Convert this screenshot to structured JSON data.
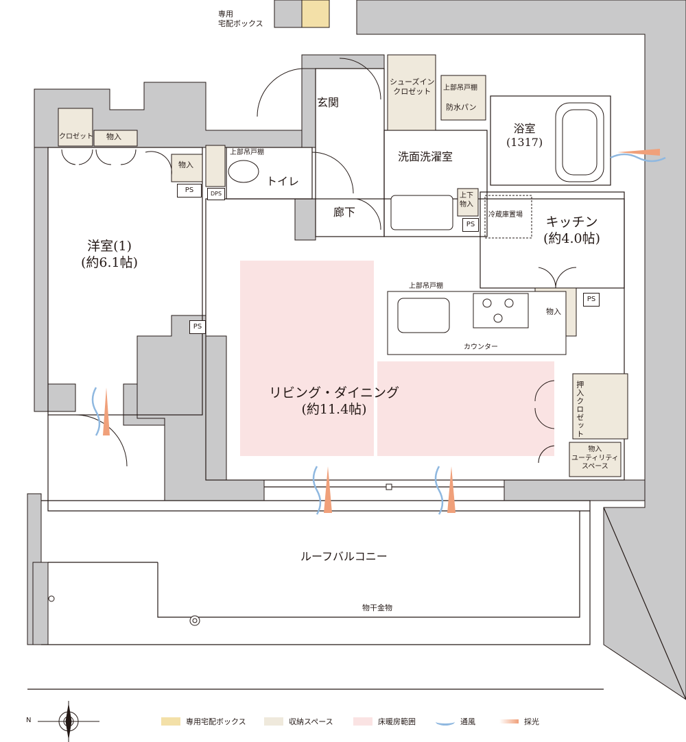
{
  "colors": {
    "wall": "#c9c9ca",
    "delivery_box": "#f3e0a8",
    "storage": "#efe9dc",
    "floor_heating": "#fae3e3",
    "wind": "#8fb8e0",
    "light": "#f0a07a",
    "line": "#231815"
  },
  "labels": {
    "delivery_box": "専用\n宅配ボックス",
    "entrance": "玄関",
    "shoes_closet": "シューズイン\nクロゼット",
    "upper_cabinet_1": "上部吊戸棚",
    "waterproof_pan": "防水パン",
    "bath": "浴室\n(1317)",
    "washroom": "洗面洗濯室",
    "toilet": "トイレ",
    "upper_cabinet_2": "上部吊戸棚",
    "storage_1": "物入",
    "corridor": "廊下",
    "upper_lower_storage": "上下\n物入",
    "fridge": "冷蔵庫置場",
    "kitchen": "キッチン\n(約4.0帖)",
    "western_room": "洋室(1)\n(約6.1帖)",
    "closet_top": "クロゼット",
    "storage_top": "物入",
    "upper_cabinet_3": "上部吊戸棚",
    "counter": "カウンター",
    "storage_kitchen": "物入",
    "oshiire_closet": "押入クロゼット",
    "utility": "物入\nユーティリティ\nスペース",
    "living": "リビング・ダイニング\n(約11.4帖)",
    "roof_balcony": "ルーフバルコニー",
    "drying": "物干金物",
    "ps": "PS",
    "dps": "DPS"
  },
  "legend": [
    {
      "label": "専用宅配ボックス",
      "color": "#f3e0a8"
    },
    {
      "label": "収納スペース",
      "color": "#efe9dc"
    },
    {
      "label": "床暖房範囲",
      "color": "#fae3e3"
    },
    {
      "label": "通風",
      "color": "#8fb8e0"
    },
    {
      "label": "採光",
      "color": "#f0a07a"
    }
  ],
  "compass": {
    "label": "N"
  }
}
